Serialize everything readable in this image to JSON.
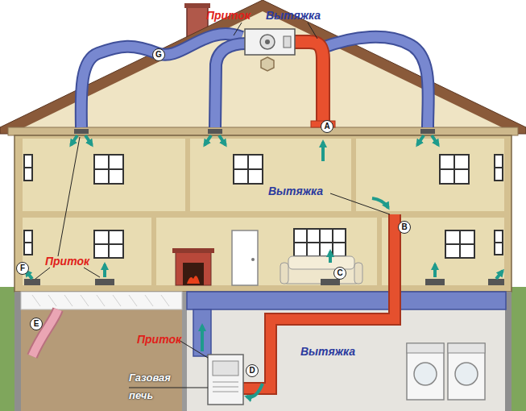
{
  "diagram": {
    "labels": [
      "Приток",
      "Вытяжка",
      "A",
      "G",
      "Вытяжка",
      "B",
      "F",
      "Приток",
      "C",
      "E",
      "Приток",
      "Вытяжка",
      "D",
      "Газовая печь"
    ]
  }
}
